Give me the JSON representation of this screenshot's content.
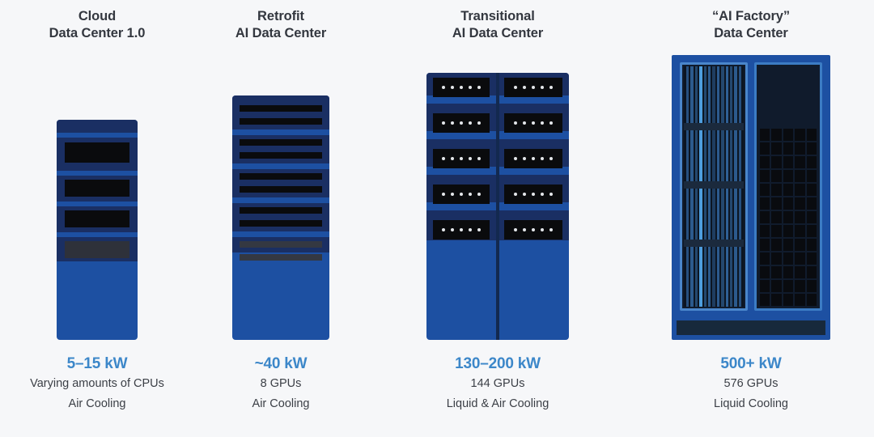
{
  "page": {
    "background_color": "#f6f7f9",
    "accent_color": "#3c87c9",
    "title_color": "#33373f",
    "body_color": "#3b3f46"
  },
  "columns": [
    {
      "id": "cloud-data-center",
      "title_line1": "Cloud",
      "title_line2": "Data Center 1.0",
      "power": "5–15 kW",
      "compute": "Varying amounts of CPUs",
      "cooling": "Air Cooling",
      "art": {
        "name": "legacy-server-rack",
        "slot_count": 4,
        "dim_slot_count": 1
      }
    },
    {
      "id": "retrofit-ai-data-center",
      "title_line1": "Retrofit",
      "title_line2": "AI Data Center",
      "power": "~40 kW",
      "compute": "8 GPUs",
      "cooling": "Air Cooling",
      "art": {
        "name": "retrofit-server-rack",
        "group_count": 5,
        "bars_per_group": 2,
        "dim_group_count": 1
      }
    },
    {
      "id": "transitional-ai-data-center",
      "title_line1": "Transitional",
      "title_line2": "AI Data Center",
      "power": "130–200 kW",
      "compute": "144 GPUs",
      "cooling": "Liquid & Air Cooling",
      "art": {
        "name": "dual-column-gpu-rack",
        "columns": 2,
        "rows": 5,
        "dots_per_slot": 5
      }
    },
    {
      "id": "ai-factory-data-center",
      "title_line1": "“AI Factory”",
      "title_line2": "Data Center",
      "power": "500+ kW",
      "compute": "576 GPUs",
      "cooling": "Liquid Cooling",
      "art": {
        "name": "ai-factory-cabinet",
        "left_panel": "liquid-cooling-tubes",
        "right_panel": "gpu-tray-grid",
        "tube_count": 13,
        "crossbars": 3,
        "grid_columns": 5,
        "grid_rows": 13
      }
    }
  ]
}
